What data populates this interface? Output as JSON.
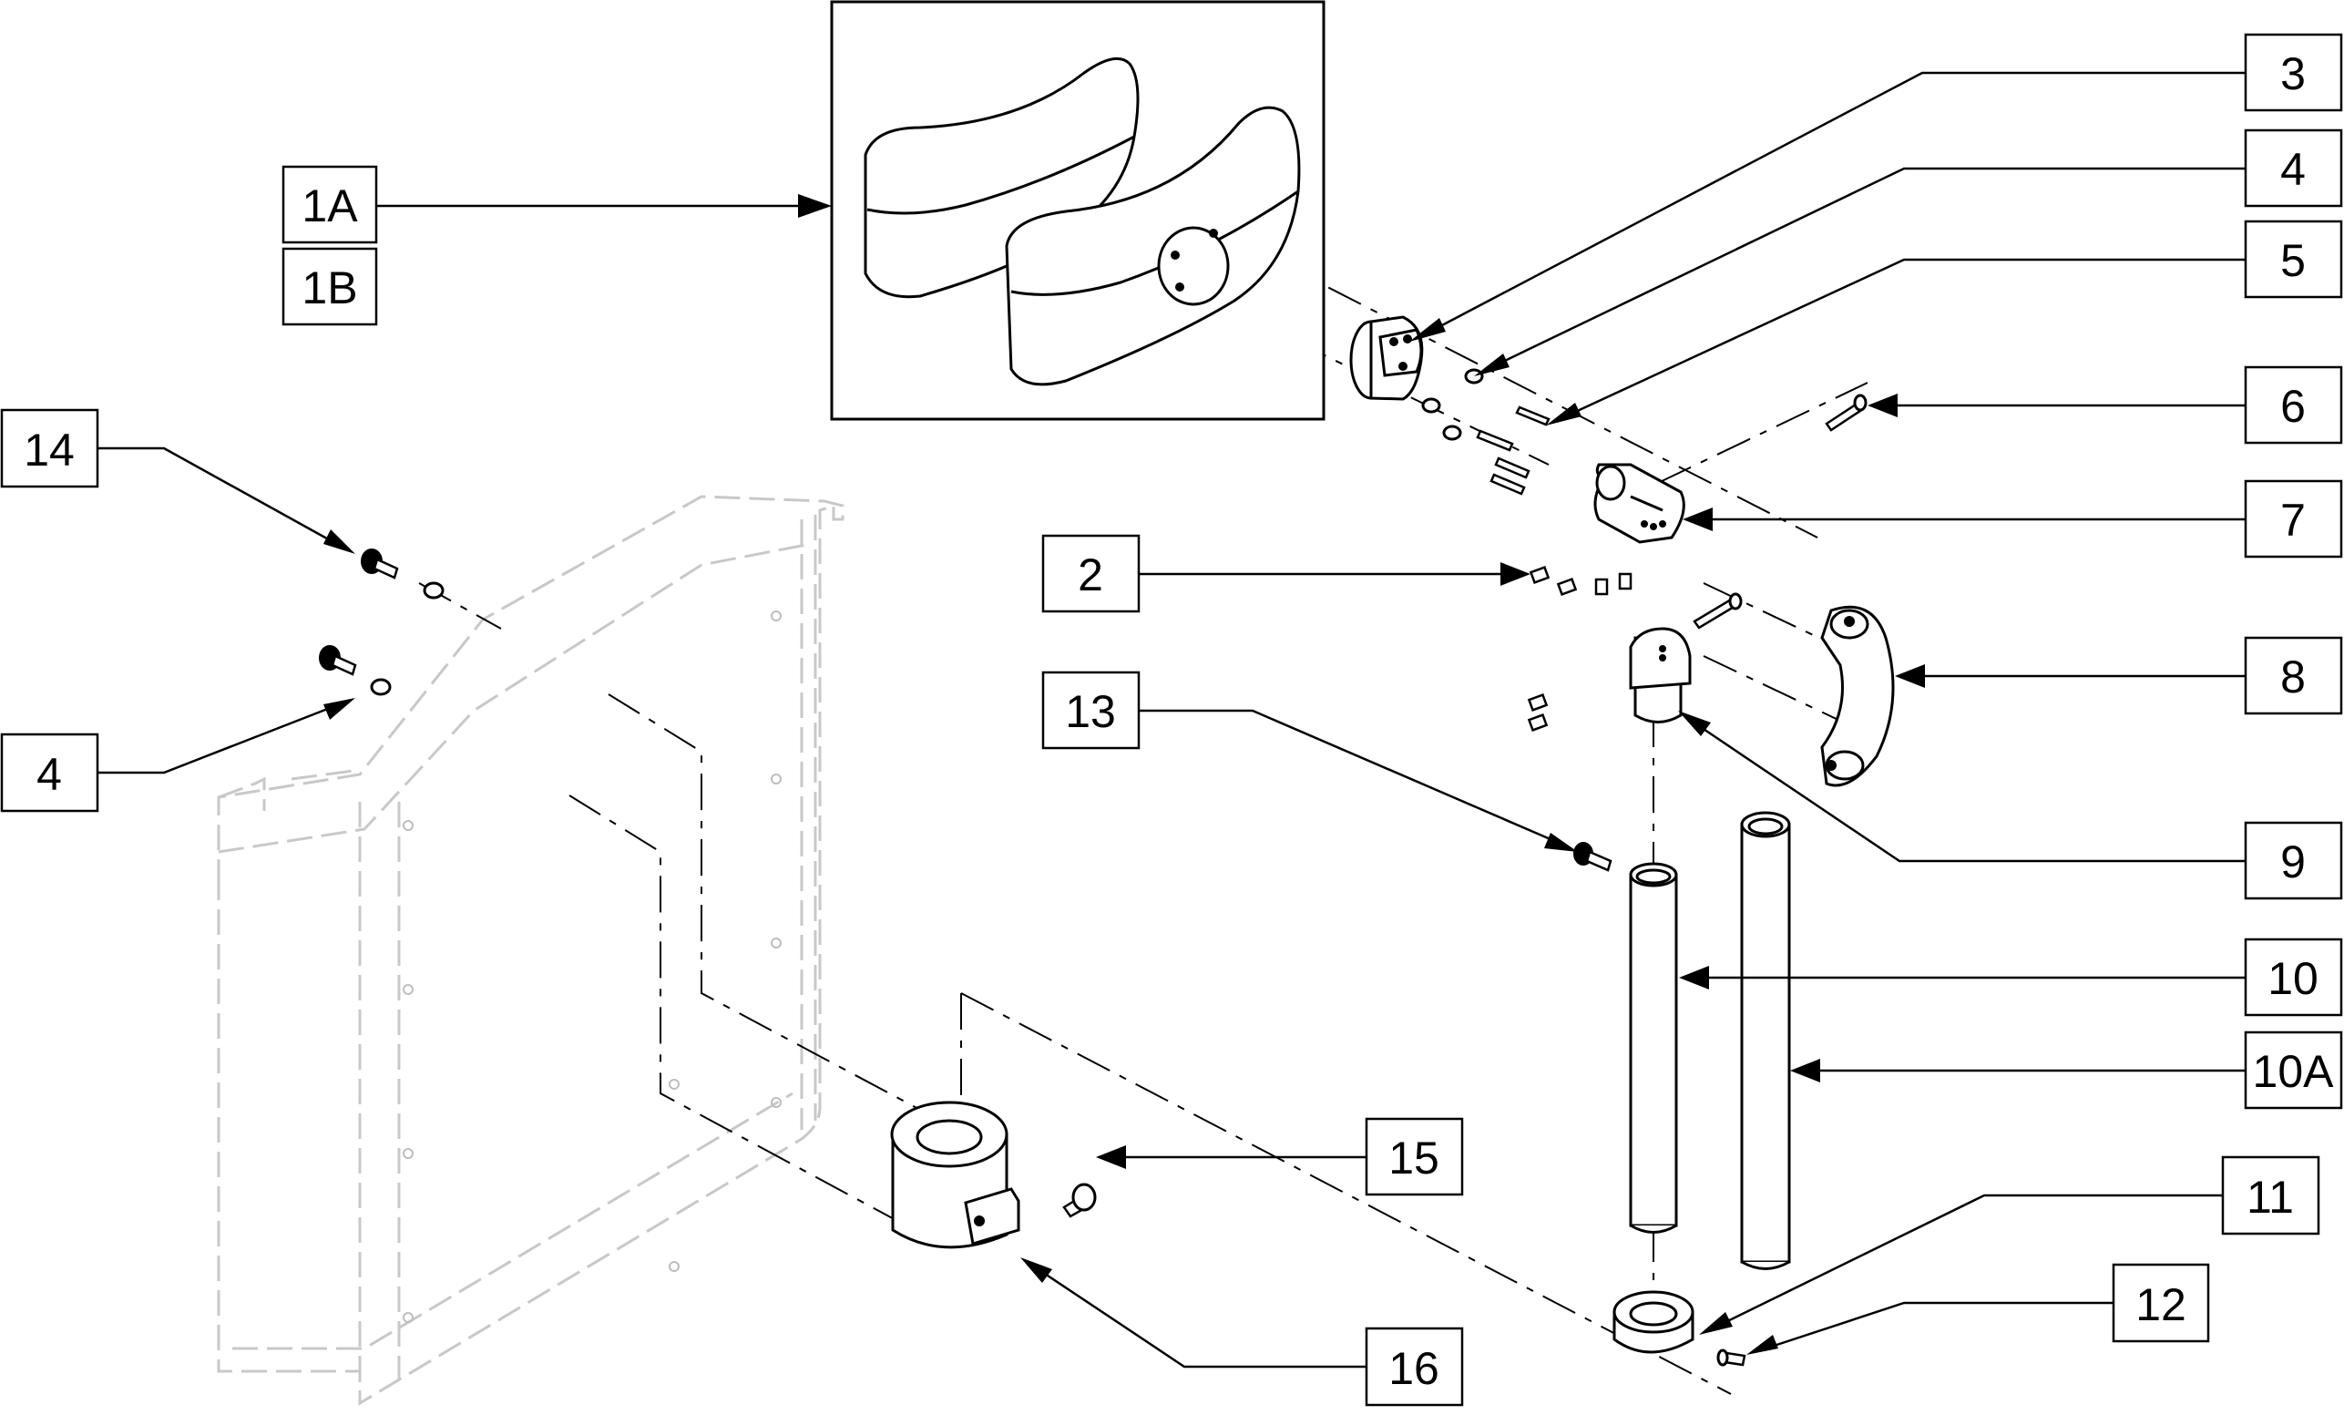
{
  "labels": [
    {
      "id": "1A",
      "text": "1A"
    },
    {
      "id": "1B",
      "text": "1B"
    },
    {
      "id": "2",
      "text": "2"
    },
    {
      "id": "3",
      "text": "3"
    },
    {
      "id": "4-right",
      "text": "4"
    },
    {
      "id": "4-left",
      "text": "4"
    },
    {
      "id": "5",
      "text": "5"
    },
    {
      "id": "6",
      "text": "6"
    },
    {
      "id": "7",
      "text": "7"
    },
    {
      "id": "8",
      "text": "8"
    },
    {
      "id": "9",
      "text": "9"
    },
    {
      "id": "10",
      "text": "10"
    },
    {
      "id": "10A",
      "text": "10A"
    },
    {
      "id": "11",
      "text": "11"
    },
    {
      "id": "12",
      "text": "12"
    },
    {
      "id": "13",
      "text": "13"
    },
    {
      "id": "14",
      "text": "14"
    },
    {
      "id": "15",
      "text": "15"
    },
    {
      "id": "16",
      "text": "16"
    }
  ]
}
